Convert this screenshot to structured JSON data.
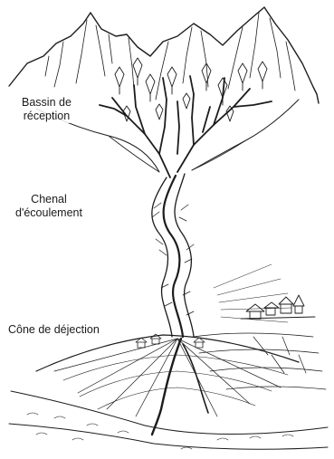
{
  "labels": {
    "bassin": [
      "Bassin de",
      "réception"
    ],
    "chenal": [
      "Chenal",
      "d'écoulement"
    ],
    "cone": "Cône de déjection"
  }
}
